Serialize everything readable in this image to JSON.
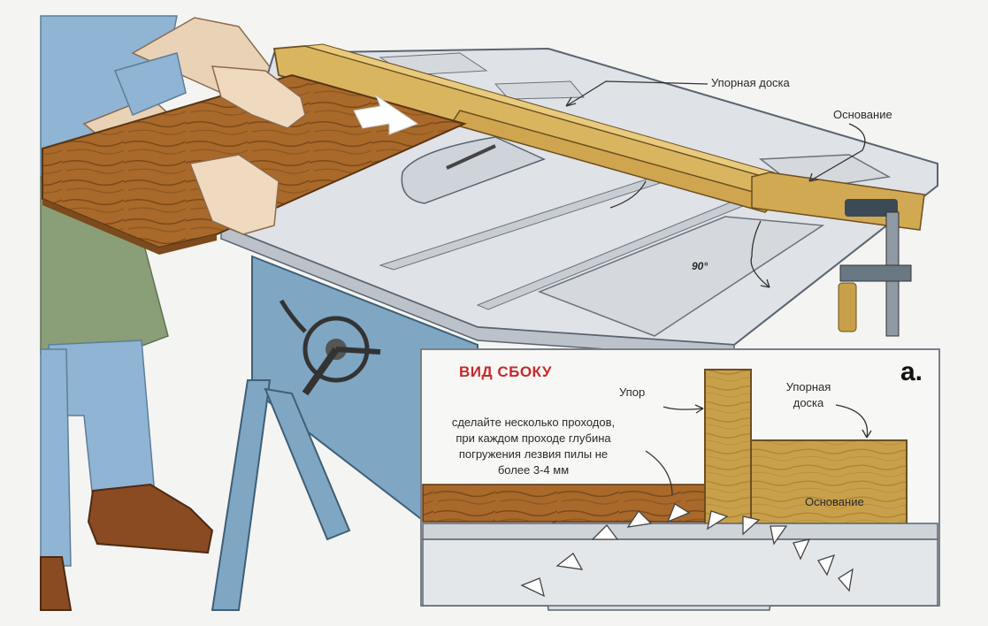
{
  "labels": {
    "fence_top": "Упорная доска",
    "base_top": "Основание",
    "angle": "90°",
    "side_view_title": "ВИД СБОКУ",
    "panel_letter": "а.",
    "stop": "Упор",
    "fence_side_line1": "Упорная",
    "fence_side_line2": "доска",
    "base_side": "Основание",
    "note_line1": "сделайте несколько проходов,",
    "note_line2": "при каждом проходе глубина",
    "note_line3": "погружения лезвия пилы не",
    "note_line4": "более 3-4 мм"
  },
  "colors": {
    "wood": "#c9a04a",
    "wood_dark": "#a36a25",
    "metal_table": "#dfe2e6",
    "stand_blue": "#7fa6c2",
    "apron_green": "#8a9f77",
    "shirt_blue": "#8fb4d4",
    "red_title": "#c8282a"
  }
}
